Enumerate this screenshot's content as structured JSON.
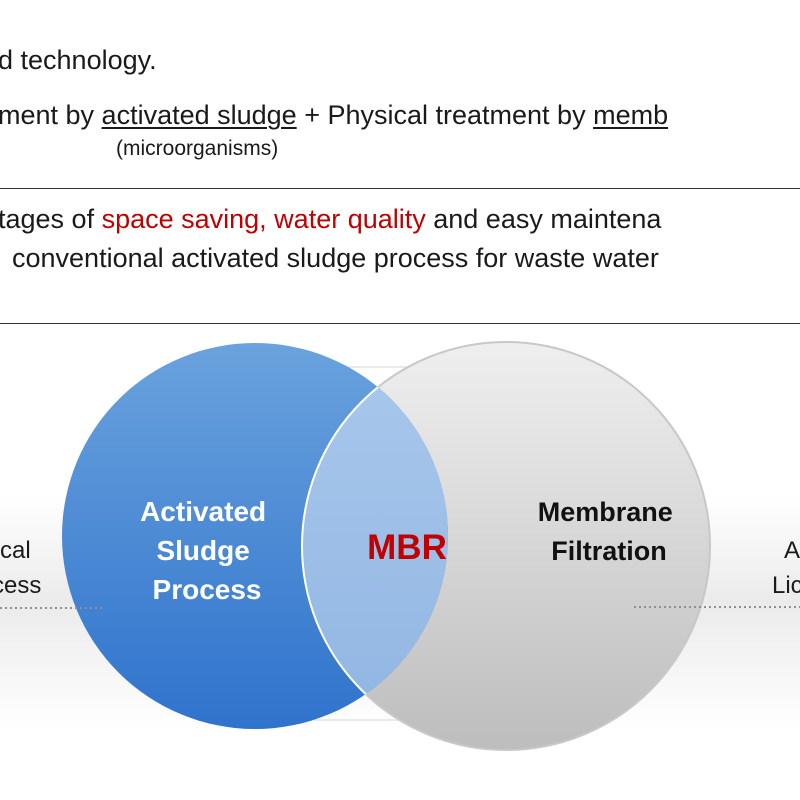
{
  "intro": {
    "line1": "d technology.",
    "line2_a": "ment by ",
    "line2_b": "activated sludge",
    "line2_c": " + Physical treatment by ",
    "line2_d": "memb",
    "note": "(microorganisms)"
  },
  "advantages": {
    "line1_a": "tages of ",
    "line1_b": "space saving, water quality",
    "line1_c": " and easy maintena",
    "line2": "conventional activated sludge process for waste water"
  },
  "venn": {
    "left_label": [
      "Activated",
      "Sludge",
      "Process"
    ],
    "center_label": "MBR",
    "right_label": [
      "Membrane",
      "Filtration"
    ],
    "side_left": [
      "cal",
      "cess"
    ],
    "side_right": [
      "A",
      "Lic"
    ]
  },
  "colors": {
    "accent_red": "#c00000",
    "left_circle": "#3f82d2",
    "overlap": "#9dbfe6",
    "right_circle": "#d9d9d9"
  }
}
